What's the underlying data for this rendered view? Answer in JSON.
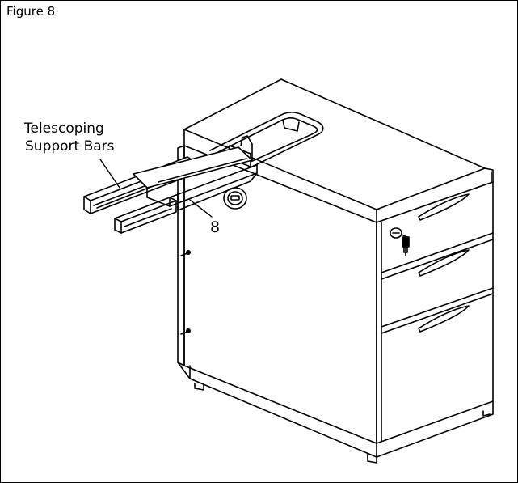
{
  "figure": {
    "title": "Figure 8",
    "callout_line1": "Telescoping",
    "callout_line2": "Support Bars",
    "part_number": "8"
  },
  "colors": {
    "line": "#000000",
    "background": "#ffffff"
  }
}
